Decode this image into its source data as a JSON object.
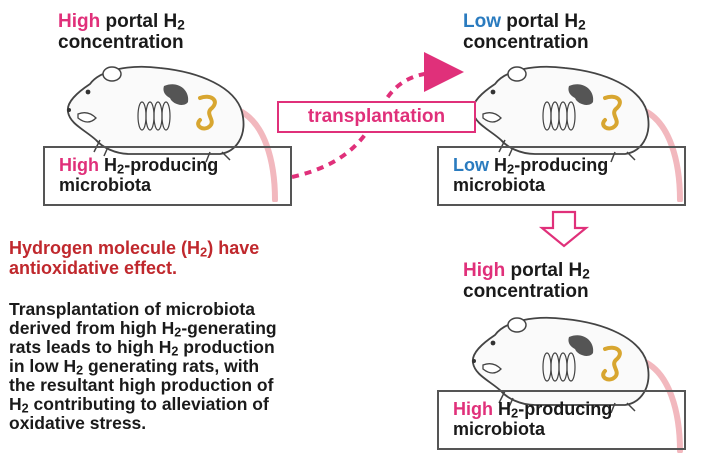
{
  "top_left": {
    "level": "High",
    "heading_rest": "portal H",
    "heading_sub": "2",
    "heading_line2": "concentration",
    "box_level": "High",
    "box_h": "H",
    "box_sub": "2",
    "box_rest": "-producing",
    "box_line2": "microbiota"
  },
  "top_right": {
    "level": "Low",
    "heading_rest": "portal H",
    "heading_sub": "2",
    "heading_line2": "concentration",
    "box_level": "Low",
    "box_h": "H",
    "box_sub": "2",
    "box_rest": "-producing",
    "box_line2": "microbiota"
  },
  "bottom_right": {
    "level": "High",
    "heading_rest": "portal H",
    "heading_sub": "2",
    "heading_line2": "concentration",
    "box_level": "High",
    "box_h": "H",
    "box_sub": "2",
    "box_rest": "-producing",
    "box_line2": "microbiota"
  },
  "transplant_label": "transplantation",
  "note": {
    "red_line1": "Hydrogen molecule (H",
    "red_sub": "2",
    "red_line1_end": ") have",
    "red_line2": "antioxidative effect.",
    "body_lines": [
      [
        "Transplantation of microbiota",
        "",
        ""
      ],
      [
        "derived from high H",
        "2",
        "-generating"
      ],
      [
        "rats leads to high H",
        "2",
        " production"
      ],
      [
        "in low H",
        "2",
        " generating rats, with"
      ],
      [
        "the resultant high production of",
        "",
        ""
      ],
      [
        "H",
        "2",
        " contributing to alleviation of"
      ],
      [
        "oxidative stress.",
        "",
        ""
      ]
    ]
  },
  "colors": {
    "high": "#e0307a",
    "low": "#2a7bbf",
    "note_red": "#c0282d",
    "arrow": "#e0307a",
    "tail": "#f2b8be",
    "intestine": "#d8a630"
  }
}
